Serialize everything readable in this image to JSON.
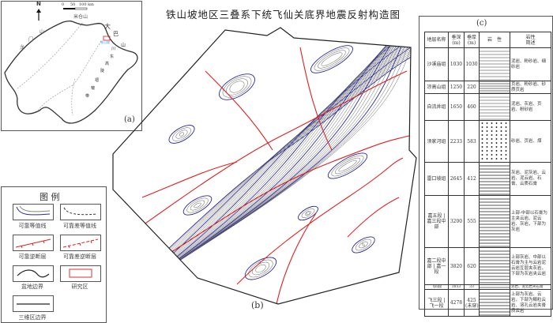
{
  "title": "铁山坡地区三叠系下统飞仙关底界地震反射构造图",
  "panel_labels": {
    "a": "(a)",
    "b": "(b)",
    "c": "(c)"
  },
  "inset_map": {
    "north": "N",
    "scale": {
      "zero": "0",
      "mid": "50",
      "end": "100 km"
    },
    "labels": {
      "micang": "米仓山",
      "daba_1": "大",
      "daba_2": "巴",
      "daba_3": "山",
      "longmen_1": "龙",
      "longmen_2": "门",
      "longmen_3": "山",
      "study_area": "铁山坡",
      "chuandong": [
        "川",
        "东",
        "高",
        "陡",
        "褶",
        "皱",
        "带"
      ]
    },
    "colors": {
      "study_box": "#e03030",
      "study_label": "#3aa0e0"
    }
  },
  "legend": {
    "title": "图 例",
    "items": [
      {
        "label": "可靠等值线"
      },
      {
        "label": "可靠差等值线"
      },
      {
        "label": "可靠逆断层"
      },
      {
        "label": "可靠差逆断层"
      },
      {
        "label": "盆地边界"
      },
      {
        "label": "研究区"
      },
      {
        "label": "三维区边界"
      }
    ]
  },
  "colors": {
    "contour_blue": "#2a2aa0",
    "contour_gray": "#666666",
    "fault_red": "#e02020"
  },
  "strat_table": {
    "headers": [
      "地层名称",
      "垂深\n(m)",
      "垂厚\n(m)",
      "岩　性",
      "岩性\n简述"
    ],
    "rows": [
      {
        "name": "沙溪庙组",
        "depth": "1030",
        "thick": "1030",
        "desc": "泥岩、粉砂岩、细砂岩"
      },
      {
        "name": "凉高山组",
        "depth": "1250",
        "thick": "220",
        "desc": "页岩、粉砂岩、砂质页岩"
      },
      {
        "name": "自流井组",
        "depth": "1650",
        "thick": "460",
        "desc": "泥岩、灰岩、页岩、粉砂岩"
      },
      {
        "name": "须家河组",
        "depth": "2233",
        "thick": "583",
        "desc": "砂岩、页岩、煤"
      },
      {
        "name": "雷口坡组",
        "depth": "2645",
        "thick": "412",
        "desc": "灰岩、泥灰岩、云岩、泥云岩、石膏、云质石膏"
      },
      {
        "name": "嘉五段 | 嘉三段中部",
        "depth": "3200",
        "thick": "555",
        "desc": "上部-中部以石膏为主夹云岩、泥云岩、灰岩，下部为灰岩"
      },
      {
        "name": "嘉二段中部 | 嘉一段",
        "depth": "3820",
        "thick": "620",
        "desc": "上部灰岩、中部以石膏为主与云岩泥云岩互层夹灰岩，下部为灰岩夹云岩"
      },
      {
        "name": "飞四段",
        "depth": "3853",
        "thick": "33",
        "desc": "泥岩、泥云岩夹石膏"
      },
      {
        "name": "飞三段 | 飞一段",
        "depth": "4278",
        "thick": "425\n(未穿)",
        "desc": "上部为灰岩、云岩，下部为鲕粒云岩、溶孔云岩夹膏质云岩"
      }
    ]
  }
}
